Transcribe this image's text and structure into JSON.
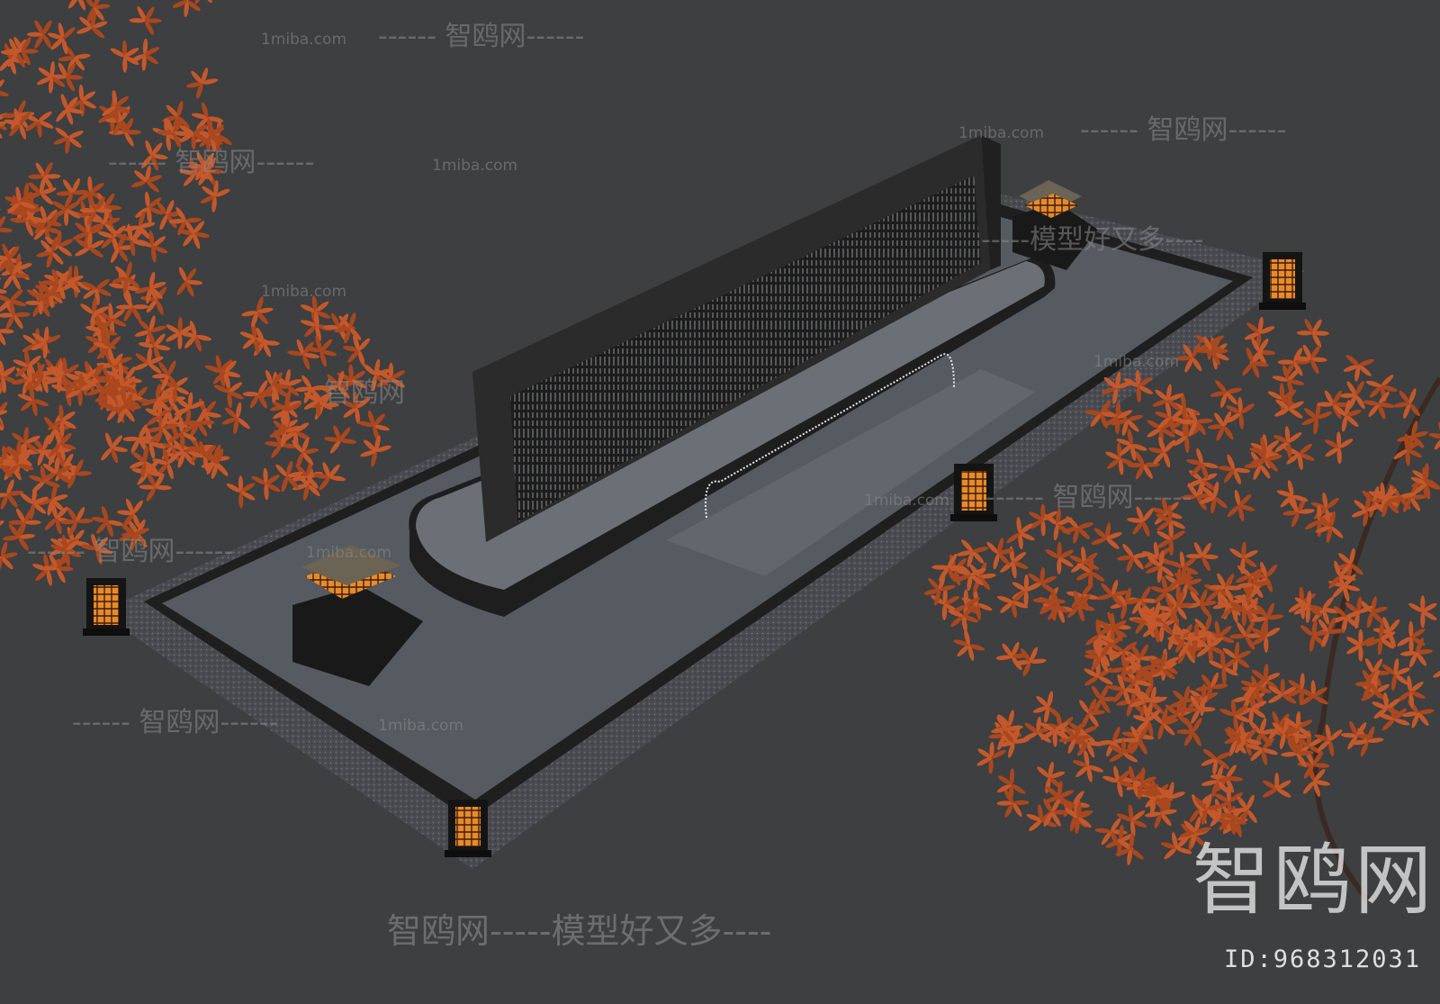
{
  "watermarks": {
    "site": "1miba.com",
    "line_brand": "------ 智鸥网------",
    "line_slogan": "-----模型好又多----",
    "brand_short": "智鸥网",
    "bottom": "智鸥网-----模型好又多----"
  },
  "logo": {
    "name": "智鸥网",
    "id": "ID:968312031"
  },
  "colors": {
    "background": "#3e3f41",
    "slab": "#4f555a",
    "water": "#5b6166",
    "wall": "#2b2b2c",
    "foliage": "#c4582a",
    "lantern_glow": "#e98a2a"
  }
}
